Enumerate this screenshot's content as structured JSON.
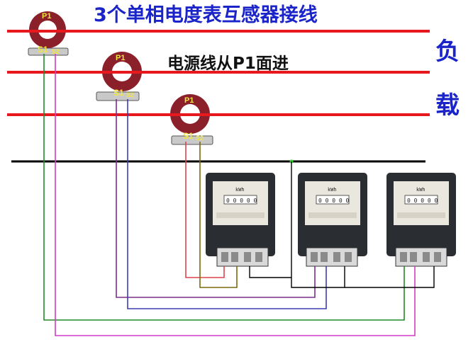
{
  "title": "3个单相电度表互感器接线",
  "caption": "电源线从P1面进",
  "load_label": [
    "负",
    "载"
  ],
  "transformers": [
    {
      "p1": "P1",
      "s1": "S1",
      "s2": "S2"
    },
    {
      "p1": "P1",
      "s1": "S1",
      "s2": "S2"
    },
    {
      "p1": "P1",
      "s1": "S1",
      "s2": "S2"
    }
  ],
  "meter_face": {
    "kwh": "kWh",
    "digits": "0 0 0 0 0"
  },
  "colors": {
    "title": "#1a24c8",
    "phase_line": "#e8191e",
    "neutral_line": "#000000",
    "ct_body": "#8b1f2a",
    "wire_red": "#e0424e",
    "wire_olive": "#7a6a12",
    "wire_purple": "#7a2f8c",
    "wire_blue": "#3a3fb0",
    "wire_green": "#238a2a",
    "wire_magenta": "#d23cc8",
    "wire_black": "#000000",
    "meter_body": "#2a2e33"
  }
}
